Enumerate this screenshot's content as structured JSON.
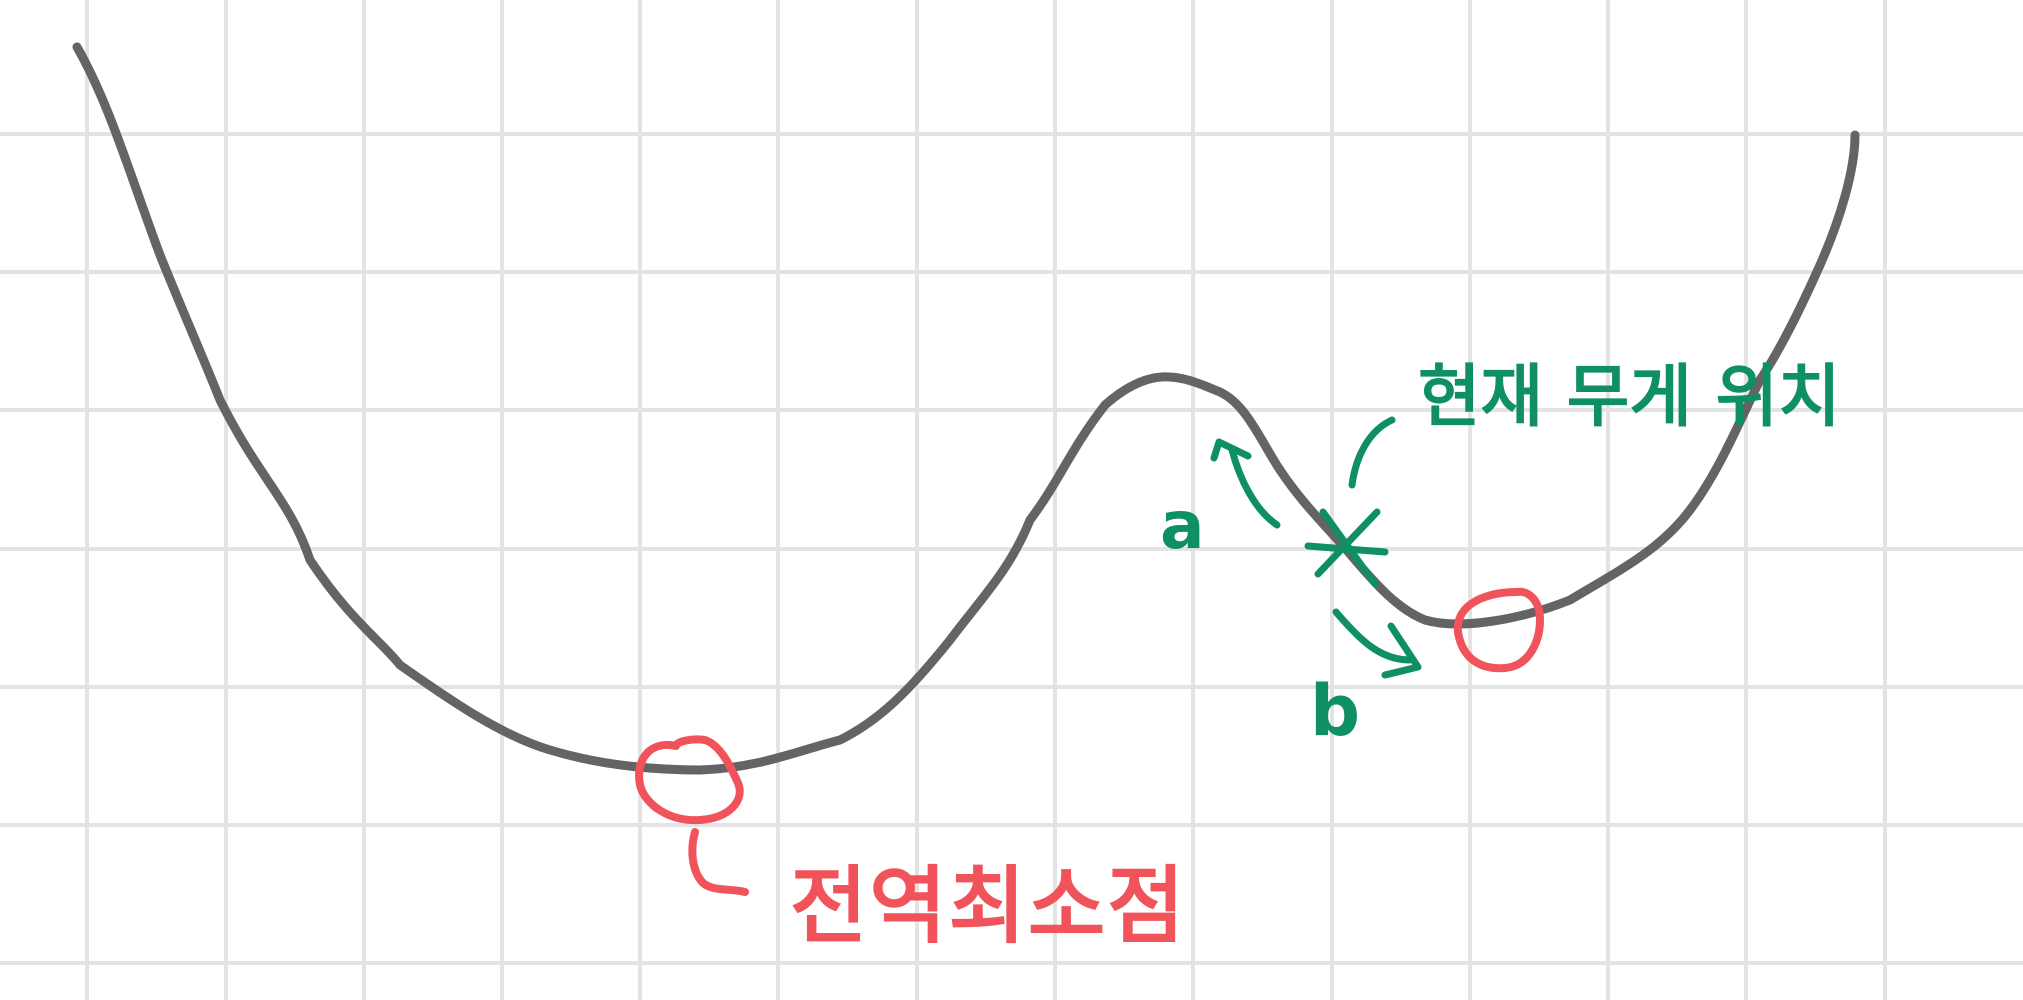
{
  "colors": {
    "background": "#ffffff",
    "grid": "#e3e3e3",
    "curve": "#646464",
    "red_annotation": "#f0545a",
    "green_annotation": "#0f8f64"
  },
  "annotations": {
    "global_min_label": "전역최소점",
    "current_position_label": "현재 무게 위치",
    "direction_a": "a",
    "direction_b": "b"
  }
}
